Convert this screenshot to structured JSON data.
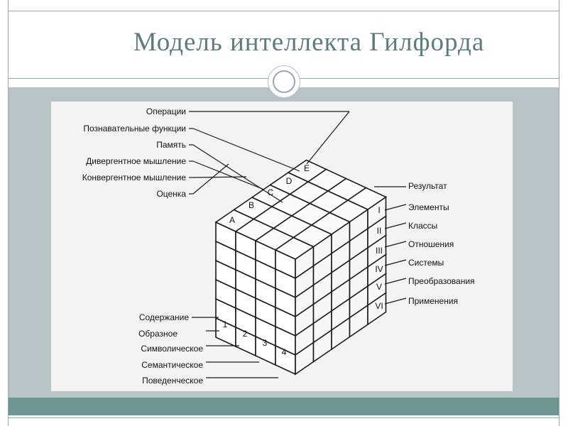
{
  "slide": {
    "title": "Модель интеллекта Гилфорда"
  },
  "diagram": {
    "operations_header": "Операции",
    "operations": [
      {
        "name": "Познавательные функции",
        "letter": "E"
      },
      {
        "name": "Память",
        "letter": "D"
      },
      {
        "name": "Дивергентное мышление",
        "letter": "C"
      },
      {
        "name": "Конвергентное мышление",
        "letter": "B"
      },
      {
        "name": "Оценка",
        "letter": "A"
      }
    ],
    "results_header": "Результат",
    "results": [
      {
        "name": "Элементы",
        "numeral": "I"
      },
      {
        "name": "Классы",
        "numeral": "II"
      },
      {
        "name": "Отношения",
        "numeral": "III"
      },
      {
        "name": "Системы",
        "numeral": "IV"
      },
      {
        "name": "Преобразования",
        "numeral": "V"
      },
      {
        "name": "Применения",
        "numeral": "VI"
      }
    ],
    "content_header": "Содержание",
    "contents": [
      {
        "name": "Образное",
        "number": "1"
      },
      {
        "name": "Символическое",
        "number": "2"
      },
      {
        "name": "Семантическое",
        "number": "3"
      },
      {
        "name": "Поведенческое",
        "number": "4"
      }
    ]
  }
}
